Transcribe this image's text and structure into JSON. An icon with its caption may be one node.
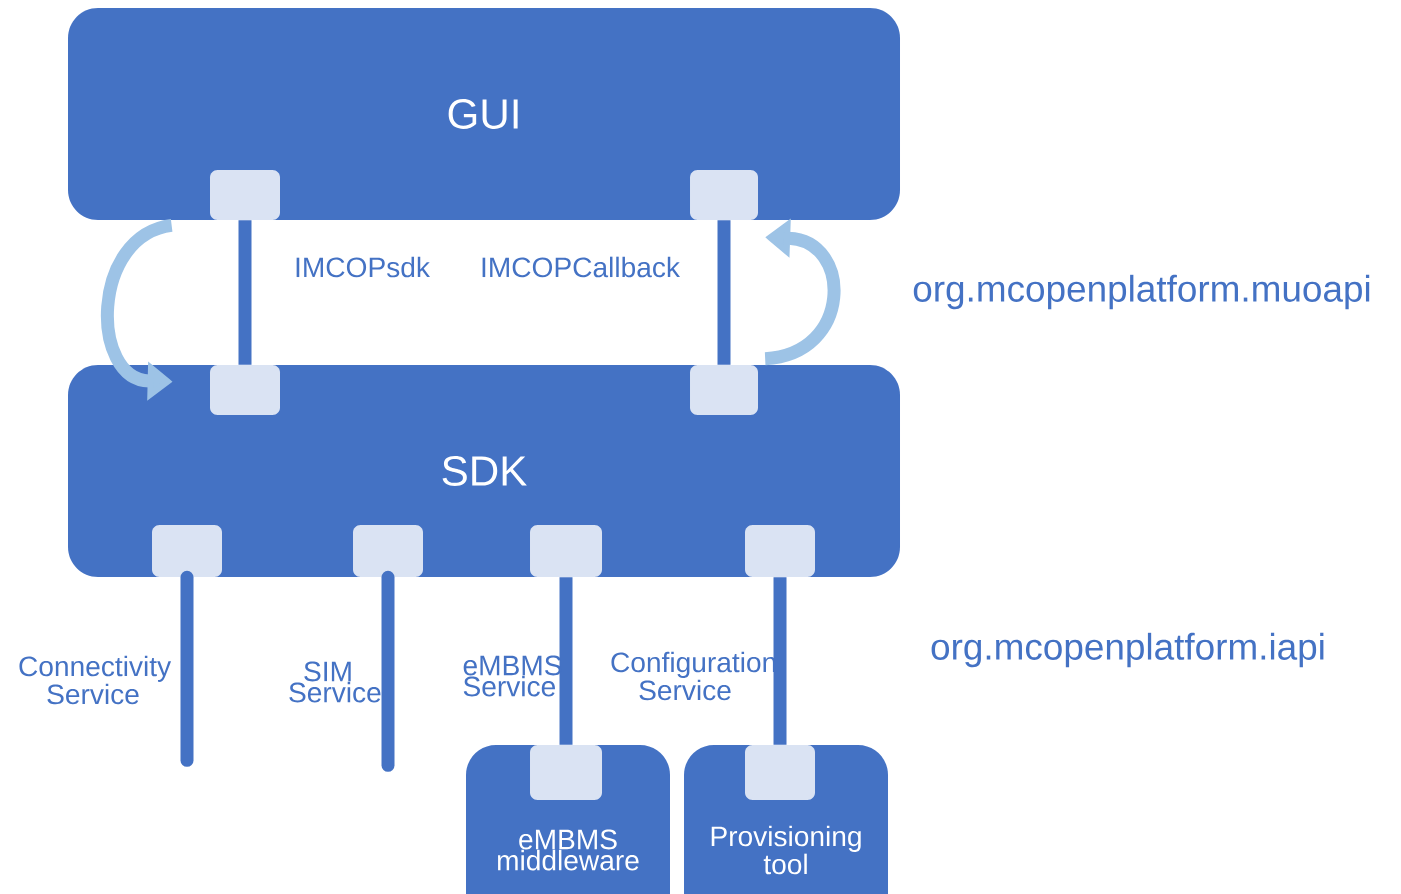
{
  "diagram": {
    "nodes": [
      {
        "text": [
          "GUI"
        ]
      },
      {
        "text": [],
        "shape": "box",
        "in": 0
      },
      {
        "text": [],
        "shape": "box",
        "in": 0
      },
      {
        "text": [
          "SDK"
        ]
      },
      {
        "text": [],
        "shape": "box",
        "in": 3
      },
      {
        "text": [],
        "shape": "box",
        "in": 3
      },
      {
        "text": [],
        "shape": "box",
        "in": 3
      },
      {
        "text": [],
        "shape": "box",
        "in": 3
      },
      {
        "text": [],
        "shape": "box",
        "in": 3
      },
      {
        "text": [],
        "shape": "box",
        "in": 3
      },
      {
        "text": [
          "eMBMS middleware"
        ]
      },
      {
        "text": [],
        "shape": "box",
        "in": 10
      },
      {
        "text": [
          "Provisioning tool"
        ]
      },
      {
        "text": [],
        "shape": "box",
        "in": 12
      }
    ],
    "edges": [
      {
        "from": 1,
        "to": 4,
        "arrow": "none",
        "label": "IMCOPsdk"
      },
      {
        "from": 2,
        "to": 5,
        "arrow": "none",
        "label": "IMCOPCallback"
      },
      {
        "from": 0,
        "to": 3,
        "arrow": "to",
        "color": "#9dc3e6"
      },
      {
        "from": 3,
        "to": 0,
        "arrow": "to",
        "color": "#9dc3e6"
      },
      {
        "from": 6,
        "to": null,
        "arrow": "none",
        "label": "Connectivity Service"
      },
      {
        "from": 7,
        "to": null,
        "arrow": "none",
        "label": "SIM Service"
      },
      {
        "from": 8,
        "to": 11,
        "arrow": "none",
        "label": "eMBMS Service"
      },
      {
        "from": 9,
        "to": 13,
        "arrow": "none",
        "label": "Configuration Service"
      }
    ],
    "labels": [
      "org.mcopenplatform.muoapi",
      "org.mcopenplatform.iapi"
    ]
  }
}
